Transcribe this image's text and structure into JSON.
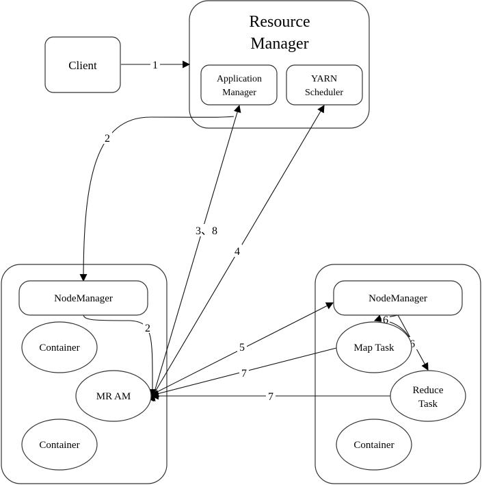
{
  "diagram": {
    "nodes": {
      "client": {
        "label": "Client"
      },
      "resource_manager": {
        "label_line1": "Resource",
        "label_line2": "Manager"
      },
      "application_manager": {
        "label_line1": "Application",
        "label_line2": "Manager"
      },
      "yarn_scheduler": {
        "label_line1": "YARN",
        "label_line2": "Scheduler"
      },
      "left_node_manager": {
        "label": "NodeManager"
      },
      "left_container_1": {
        "label": "Container"
      },
      "mr_am": {
        "label": "MR AM"
      },
      "left_container_2": {
        "label": "Container"
      },
      "right_node_manager": {
        "label": "NodeManager"
      },
      "map_task": {
        "label": "Map Task"
      },
      "reduce_task": {
        "label_line1": "Reduce",
        "label_line2": "Task"
      },
      "right_container": {
        "label": "Container"
      }
    },
    "edges": [
      {
        "from": "client",
        "to": "resource_manager",
        "label": "1"
      },
      {
        "from": "application_manager",
        "to": "left_node_manager",
        "label": "2"
      },
      {
        "from": "left_node_manager",
        "to": "mr_am",
        "label": "2"
      },
      {
        "from": "mr_am",
        "to": "application_manager",
        "label": "3、8",
        "bidirectional": true
      },
      {
        "from": "mr_am",
        "to": "yarn_scheduler",
        "label": "4",
        "bidirectional": true
      },
      {
        "from": "mr_am",
        "to": "right_node_manager",
        "label": "5",
        "bidirectional": true
      },
      {
        "from": "right_node_manager",
        "to": "map_task",
        "label": "6"
      },
      {
        "from": "right_node_manager",
        "to": "reduce_task",
        "label": "6"
      },
      {
        "from": "map_task",
        "to": "mr_am",
        "label": "7"
      },
      {
        "from": "reduce_task",
        "to": "mr_am",
        "label": "7"
      }
    ]
  }
}
